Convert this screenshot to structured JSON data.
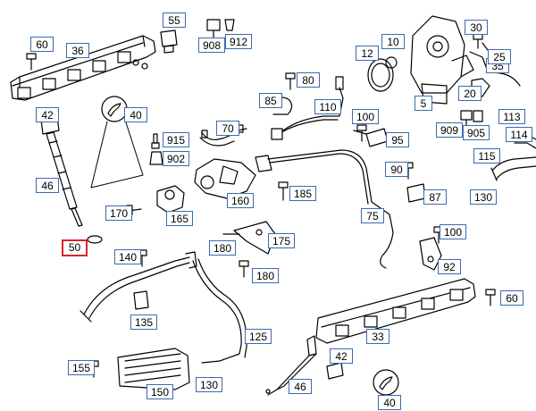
{
  "diagram": {
    "selected_part": "50",
    "highlight_color": "#d8232a",
    "label_border_color": "#3a6bb0",
    "callouts": [
      {
        "id": "55",
        "text": "55"
      },
      {
        "id": "30",
        "text": "30"
      },
      {
        "id": "60a",
        "text": "60"
      },
      {
        "id": "36",
        "text": "36"
      },
      {
        "id": "908",
        "text": "908"
      },
      {
        "id": "912",
        "text": "912"
      },
      {
        "id": "12",
        "text": "12"
      },
      {
        "id": "10",
        "text": "10"
      },
      {
        "id": "35",
        "text": "35"
      },
      {
        "id": "25",
        "text": "25"
      },
      {
        "id": "80",
        "text": "80"
      },
      {
        "id": "20",
        "text": "20"
      },
      {
        "id": "5",
        "text": "5"
      },
      {
        "id": "85",
        "text": "85"
      },
      {
        "id": "42a",
        "text": "42"
      },
      {
        "id": "40a",
        "text": "40"
      },
      {
        "id": "110",
        "text": "110"
      },
      {
        "id": "100a",
        "text": "100"
      },
      {
        "id": "113",
        "text": "113"
      },
      {
        "id": "70",
        "text": "70"
      },
      {
        "id": "909",
        "text": "909"
      },
      {
        "id": "905",
        "text": "905"
      },
      {
        "id": "114",
        "text": "114"
      },
      {
        "id": "915",
        "text": "915"
      },
      {
        "id": "95",
        "text": "95"
      },
      {
        "id": "902",
        "text": "902"
      },
      {
        "id": "115",
        "text": "115"
      },
      {
        "id": "90",
        "text": "90"
      },
      {
        "id": "46a",
        "text": "46"
      },
      {
        "id": "185",
        "text": "185"
      },
      {
        "id": "87",
        "text": "87"
      },
      {
        "id": "130a",
        "text": "130"
      },
      {
        "id": "160",
        "text": "160"
      },
      {
        "id": "170",
        "text": "170"
      },
      {
        "id": "165",
        "text": "165"
      },
      {
        "id": "75",
        "text": "75"
      },
      {
        "id": "100b",
        "text": "100"
      },
      {
        "id": "175",
        "text": "175"
      },
      {
        "id": "180a",
        "text": "180"
      },
      {
        "id": "50",
        "text": "50"
      },
      {
        "id": "140",
        "text": "140"
      },
      {
        "id": "92",
        "text": "92"
      },
      {
        "id": "180b",
        "text": "180"
      },
      {
        "id": "60b",
        "text": "60"
      },
      {
        "id": "135",
        "text": "135"
      },
      {
        "id": "125",
        "text": "125"
      },
      {
        "id": "33",
        "text": "33"
      },
      {
        "id": "155",
        "text": "155"
      },
      {
        "id": "42b",
        "text": "42"
      },
      {
        "id": "46b",
        "text": "46"
      },
      {
        "id": "150",
        "text": "150"
      },
      {
        "id": "130b",
        "text": "130"
      },
      {
        "id": "40b",
        "text": "40"
      }
    ]
  }
}
